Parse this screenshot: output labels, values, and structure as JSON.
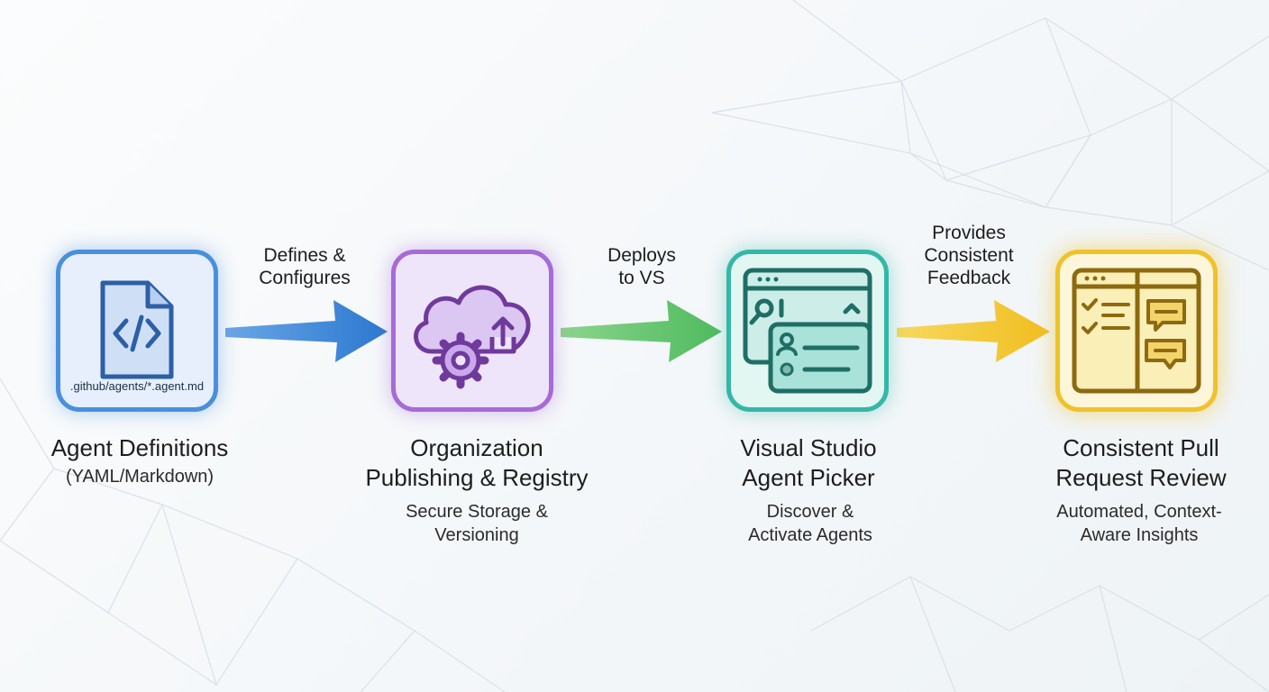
{
  "stages": [
    {
      "title": "Agent Definitions",
      "subtitle": "(YAML/Markdown)",
      "file_label": ".github/agents/*.agent.md",
      "icon": "code-file-icon",
      "color": "#4a8fdd"
    },
    {
      "title": "Organization\nPublishing & Registry",
      "description": "Secure Storage &\nVersioning",
      "icon": "cloud-upload-gear-icon",
      "color": "#a56bd6"
    },
    {
      "title": "Visual Studio\nAgent Picker",
      "description": "Discover &\nActivate Agents",
      "icon": "window-picker-icon",
      "color": "#35b7a8"
    },
    {
      "title": "Consistent Pull\nRequest Review",
      "description": "Automated, Context-\nAware Insights",
      "icon": "review-board-icon",
      "color": "#f0c22a"
    }
  ],
  "connectors": [
    {
      "label": "Defines &\nConfigures",
      "color": "#3d86d8"
    },
    {
      "label": "Deploys\nto VS",
      "color": "#5cc36a"
    },
    {
      "label": "Provides\nConsistent\nFeedback",
      "color": "#f2c230"
    }
  ]
}
